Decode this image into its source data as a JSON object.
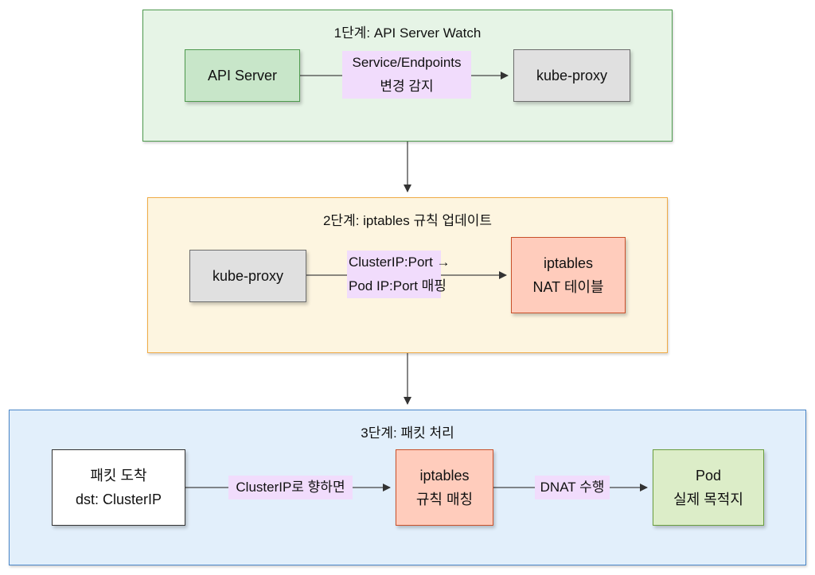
{
  "stages": [
    {
      "title": "1단계: API Server Watch",
      "color": "#e6f4e6",
      "nodes": [
        {
          "id": "api-server",
          "lines": [
            "API Server"
          ],
          "fill": "#c8e6c9"
        },
        {
          "id": "kube-proxy",
          "lines": [
            "kube-proxy"
          ],
          "fill": "#e0e0e0"
        }
      ],
      "edges": [
        {
          "from": "api-server",
          "to": "kube-proxy",
          "label_lines": [
            "Service/Endpoints",
            "변경 감지"
          ]
        }
      ]
    },
    {
      "title": "2단계: iptables 규칙 업데이트",
      "color": "#fdf5e0",
      "nodes": [
        {
          "id": "kube-proxy",
          "lines": [
            "kube-proxy"
          ],
          "fill": "#e0e0e0"
        },
        {
          "id": "iptables-nat",
          "lines": [
            "iptables",
            "NAT 테이블"
          ],
          "fill": "#ffccbc"
        }
      ],
      "edges": [
        {
          "from": "kube-proxy",
          "to": "iptables-nat",
          "label_lines": [
            "ClusterIP:Port →",
            "Pod IP:Port 매핑"
          ]
        }
      ]
    },
    {
      "title": "3단계: 패킷 처리",
      "color": "#e2effb",
      "nodes": [
        {
          "id": "packet-arrival",
          "lines": [
            "패킷 도착",
            "dst: ClusterIP"
          ],
          "fill": "#ffffff"
        },
        {
          "id": "iptables-match",
          "lines": [
            "iptables",
            "규칙 매칭"
          ],
          "fill": "#ffccbc"
        },
        {
          "id": "pod",
          "lines": [
            "Pod",
            "실제 목적지"
          ],
          "fill": "#dcedc8"
        }
      ],
      "edges": [
        {
          "from": "packet-arrival",
          "to": "iptables-match",
          "label_lines": [
            "ClusterIP로 향하면"
          ]
        },
        {
          "from": "iptables-match",
          "to": "pod",
          "label_lines": [
            "DNAT 수행"
          ]
        }
      ]
    }
  ],
  "stage_flow": [
    {
      "from": "stage-1",
      "to": "stage-2"
    },
    {
      "from": "stage-2",
      "to": "stage-3"
    }
  ]
}
